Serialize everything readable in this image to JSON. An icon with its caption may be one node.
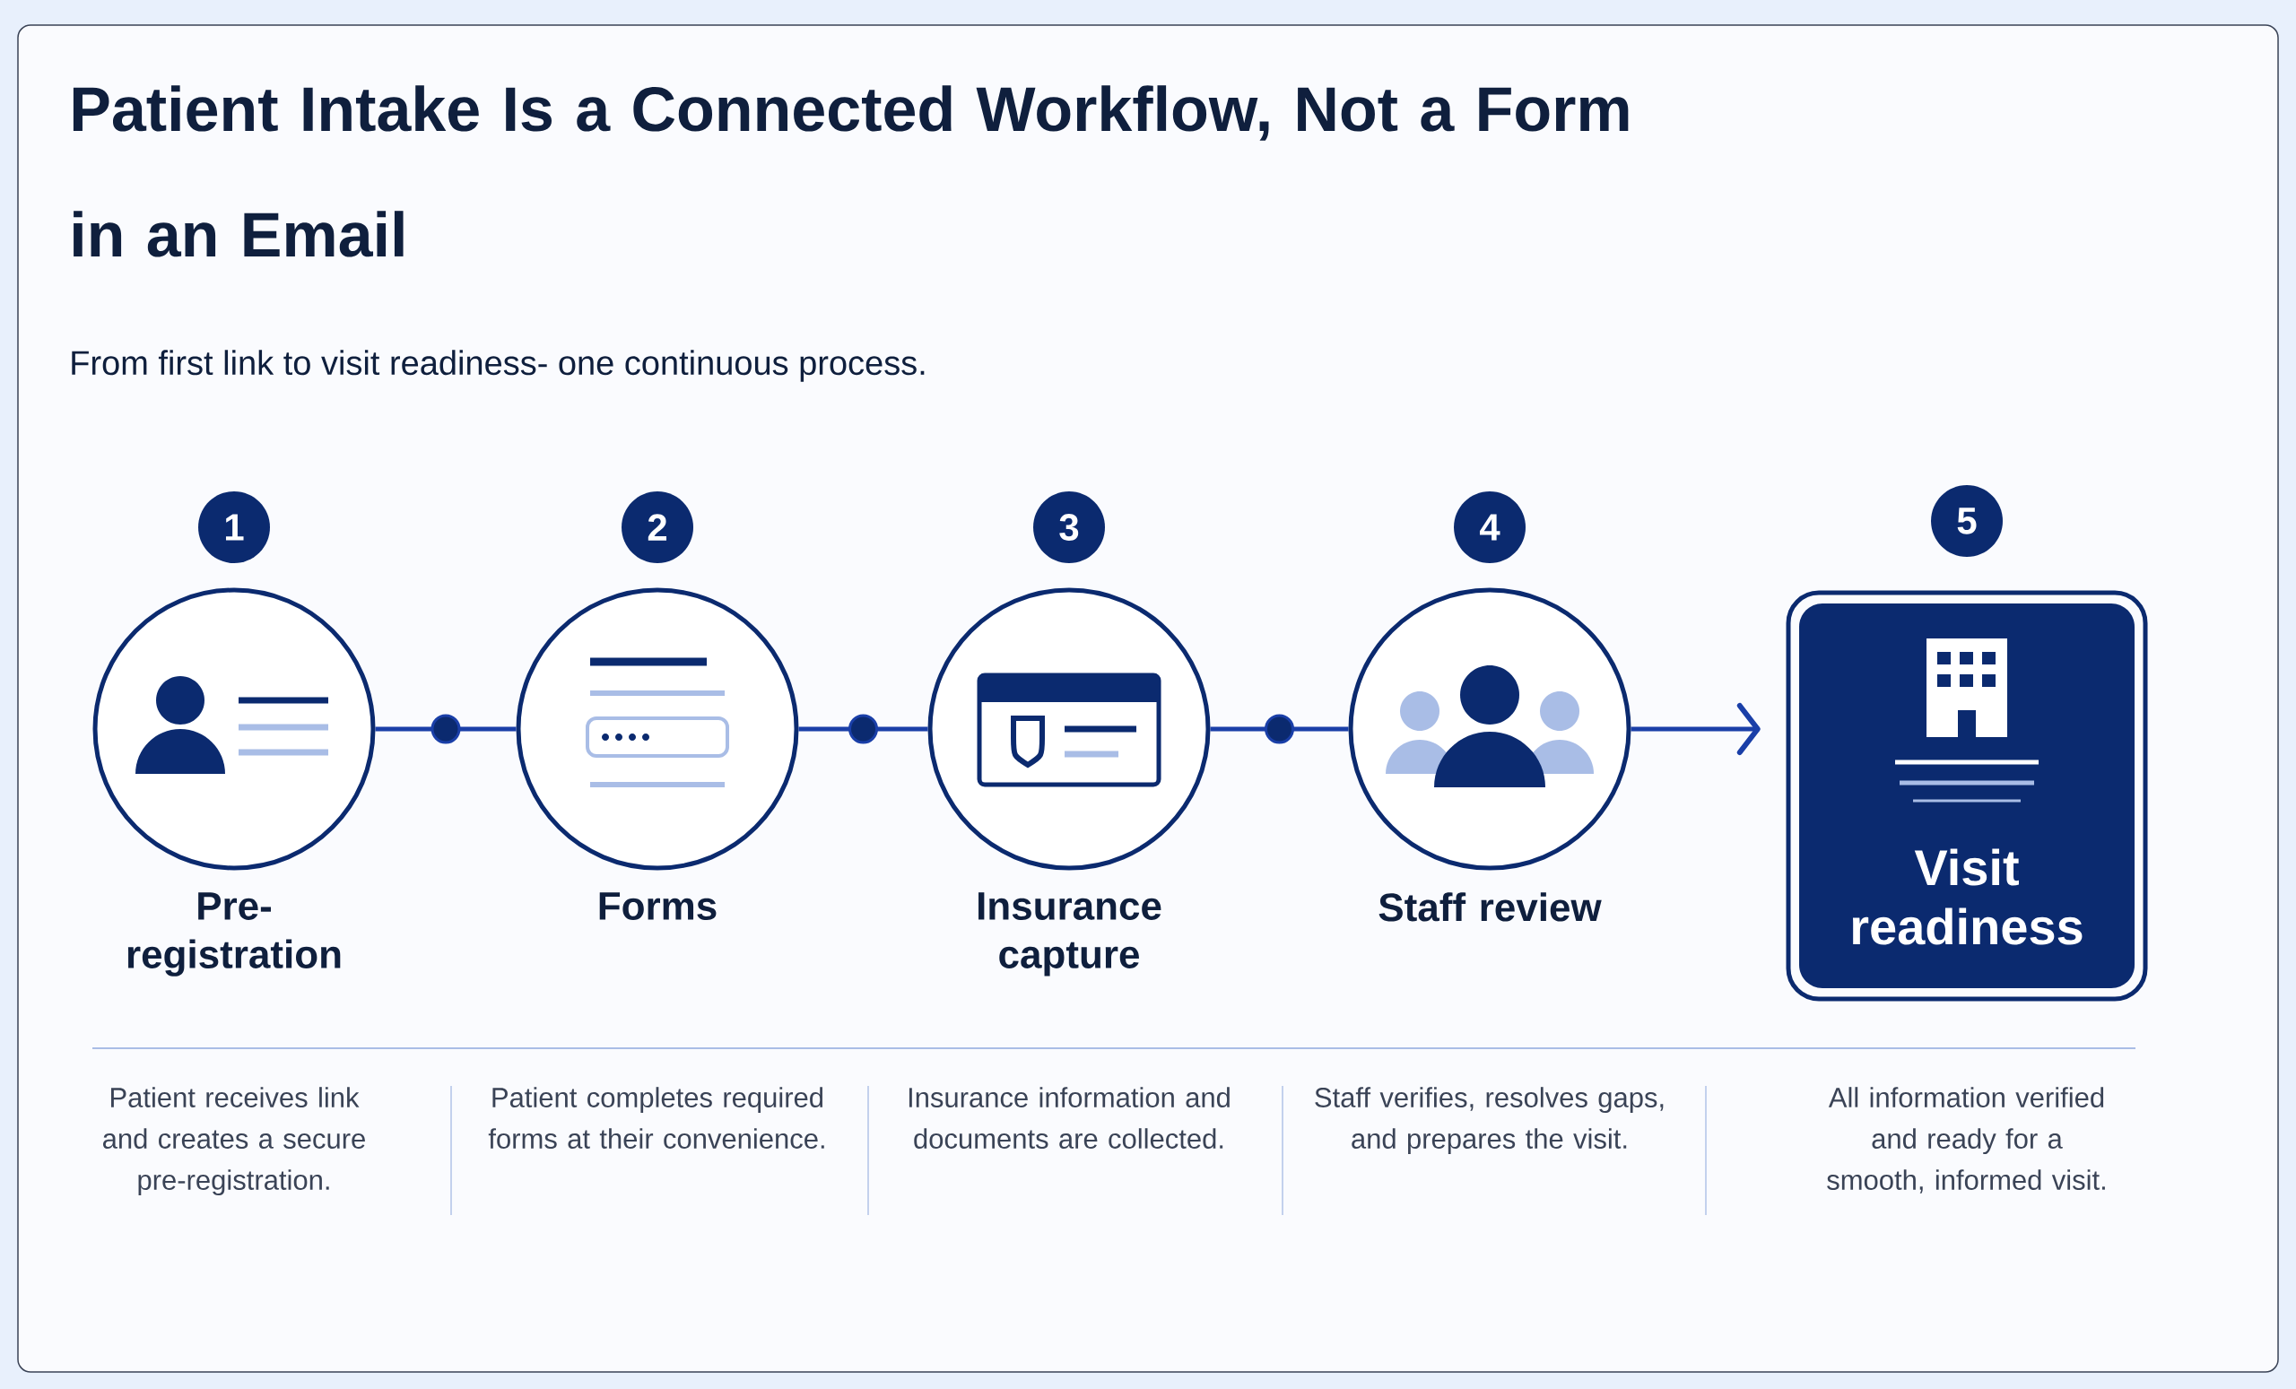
{
  "diagram": {
    "title": "Patient Intake Is a Connected Workflow, Not a Form in an Email",
    "caption": "From first link to visit readiness- one continuous process.",
    "nodes": [
      {
        "text": [
          "Pre-registration"
        ],
        "beside": [
          "1"
        ]
      },
      {
        "text": [
          "Forms"
        ],
        "beside": [
          "2"
        ]
      },
      {
        "text": [
          "Insurance capture"
        ],
        "beside": [
          "3"
        ]
      },
      {
        "text": [
          "Staff review"
        ],
        "beside": [
          "4"
        ]
      },
      {
        "text": [
          "Visit readiness"
        ],
        "beside": [
          "5"
        ]
      }
    ],
    "edges": [
      {
        "from": 0,
        "to": 1,
        "arrow": "none"
      },
      {
        "from": 1,
        "to": 2,
        "arrow": "none"
      },
      {
        "from": 2,
        "to": 3,
        "arrow": "none"
      },
      {
        "from": 3,
        "to": 4,
        "arrow": "to"
      }
    ],
    "labels": [
      "Patient receives link and creates a secure pre-registration.",
      "Patient completes required forms at their convenience.",
      "Insurance information and documents are collected.",
      "Staff verifies, resolves gaps, and prepares the visit.",
      "All information verified and ready for a smooth, informed visit."
    ]
  }
}
